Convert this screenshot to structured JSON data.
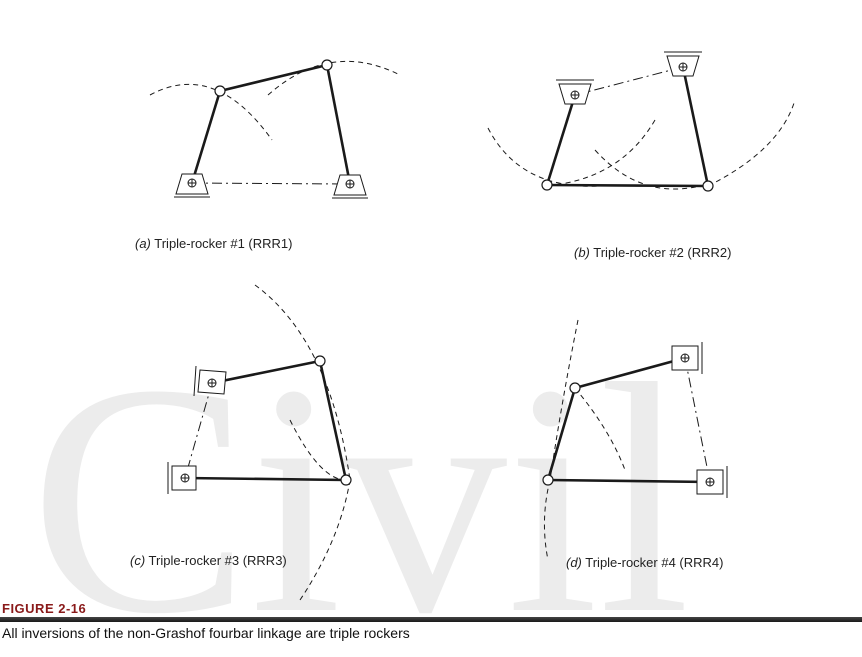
{
  "panels": [
    {
      "tag": "(a)",
      "text": " Triple-rocker  #1 (RRR1)"
    },
    {
      "tag": "(b)",
      "text": " Triple-rocker  #2 (RRR2)"
    },
    {
      "tag": "(c)",
      "text": " Triple-rocker  #3 (RRR3)"
    },
    {
      "tag": "(d)",
      "text": " Triple-rocker  #4 (RRR4)"
    }
  ],
  "figure": {
    "label": "FIGURE 2-16",
    "caption": "All inversions of the non-Grashof fourbar linkage are triple rockers"
  },
  "watermark": {
    "text": "Civil"
  },
  "colors": {
    "ink": "#1a1a1a",
    "label_red": "#8a1a1a",
    "watermark": "#e8e8e8"
  }
}
